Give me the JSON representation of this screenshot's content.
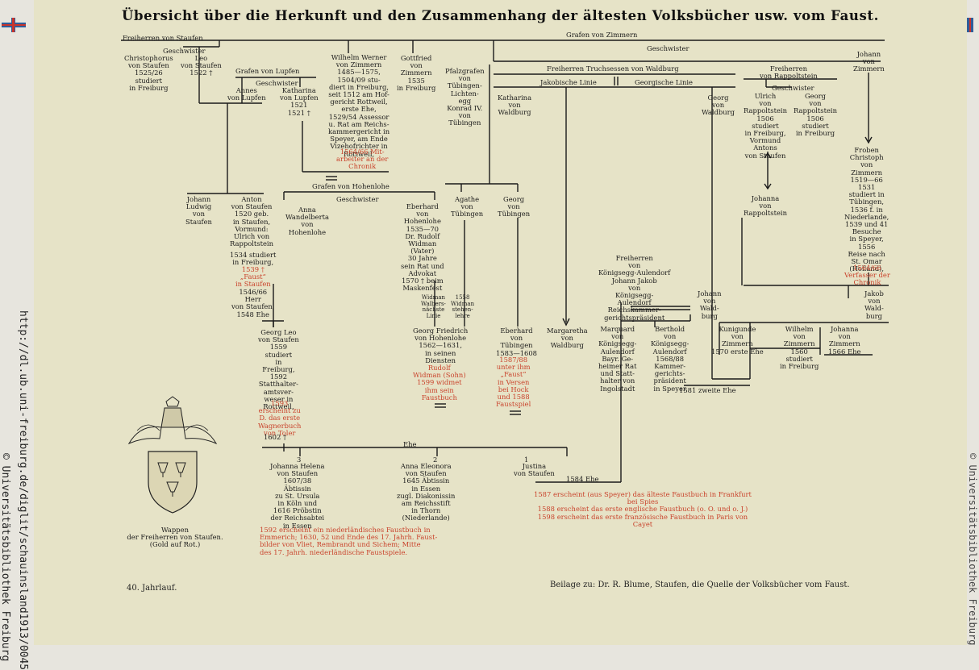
{
  "sidebar": {
    "url": "http://dl.ub.uni-freiburg.de/diglit/schauinsland1913/0045",
    "copyright_left": "© Universitätsbibliothek Freiburg",
    "copyright_right": "© Universitätsbibliothek Freiburg"
  },
  "title": "Übersicht über die Herkunft und den Zusammenhang der ältesten Volksbücher usw. vom Faust.",
  "footer": {
    "left": "40. Jahrlauf.",
    "right": "Beilage zu: Dr. R. Blume, Staufen, die Quelle der Volksbücher vom Faust."
  },
  "coat_of_arms": {
    "caption": "Wappen\nder Freiherren von Staufen.\n(Gold auf Rot.)"
  },
  "chart": {
    "freiherren_staufen": "Freiherren von Staufen",
    "grafen_zimmern": "Grafen von Zimmern",
    "geschwister_1": "Geschwister",
    "christophorus": "Christophorus\nvon Staufen\n1525/26\nstudiert\nin Freiburg",
    "leo": "Leo\nvon Staufen\n1522 †",
    "grafen_lupfen": "Grafen von Lupfen",
    "geschwister_lupfen": "Geschwister",
    "annes_lupfen": "Annes\nvon Lupfen",
    "katharina_lupfen": "Katharina\nvon Lupfen\n1521\n1521 †",
    "wilhelm_werner": "Wilhelm Werner\nvon Zimmern\n1485—1575,\n1504/09 stu-\ndiert in Freiburg,\nseit 1512 am Hof-\ngericht Rottweil,\nerste Ehe,\n1529/54 Assessor\nu. Rat am Reichs-\nkammergericht in\nSpeyer, am Ende\nVizehofrichter in\nRottweil,",
    "wilhelm_werner_red": "1564/66 Mit-\narbeiter an der\nChronik",
    "gottfried": "Gottfried\nvon\nZimmern\n1535\nin Freiburg",
    "pfalzgrafen": "Pfalzgrafen\nvon\nTübingen-\nLichten-\negg\nKonrad IV.\nvon\nTübingen",
    "geschwister_top": "Geschwister",
    "truchsessen": "Freiherren Truchsessen von Waldburg",
    "jakobische": "Jakobische Linie",
    "georgische": "Georgische Linie",
    "katharina_waldburg": "Katharina\nvon\nWaldburg",
    "georg_waldburg": "Georg\nvon\nWaldburg",
    "freiherren_rappoltstein": "Freiherren\nvon Rappoltstein",
    "geschwister_rapp": "Geschwister",
    "ulrich_rapp": "Ulrich\nvon\nRappoltstein\n1506\nstudiert\nin Freiburg,\nVormund\nAntons\nvon Staufen",
    "georg_rapp": "Georg\nvon\nRappoltstein\n1506\nstudiert\nin Freiburg",
    "johann_zimmern_top": "Johann\nvon\nZimmern",
    "grafen_hohenlohe": "Grafen von Hohenlohe",
    "geschwister_hoh": "Geschwister",
    "johann_ludwig": "Johann\nLudwig\nvon\nStaufen",
    "anton": "Anton\nvon Staufen\n1520 geb.\nin Staufen,\nVormund:\nUlrich von\nRappoltstein",
    "anton2": "1534 studiert\nin Freiburg,",
    "anton_red": "1539 †\n„Faust“\nin Staufen",
    "anton3": "1546/66\nHerr\nvon Staufen,\n1548 Ehe",
    "anna_wandelberta": "Anna\nWandelberta\nvon\nHohenlohe",
    "eberhard_hoh": "Eberhard\nvon\nHohenlohe\n1535—70\nDr. Rudolf\nWidman\n(Vater)\n30 Jahre\nsein Rat und\nAdvokat\n1570 † beim\nMaskenfest",
    "agathe": "Agathe\nvon\nTübingen",
    "georg_tub": "Georg\nvon\nTübingen",
    "widman_vert1": "Widman\nWalbers-\nnächste\nLinie",
    "widman_vert2": "1558\nWidman\nstehen-\nlehre",
    "georg_leo": "Georg Leo\nvon Staufen\n1559\nstudiert\nin\nFreiburg,\n1592\nStatthalter-\namtsver-\nweser in\nRottweil,",
    "georg_leo_red": "1593\nerscheint zu\nD. das erste\nWagnerbuch\nvon Toler",
    "georg_leo2": "1602 †",
    "georg_friedrich": "Georg Friedrich\nvon Hohenlohe\n1562—1631,\nin seinen\nDiensten",
    "georg_friedrich_red": "Rudolf\nWidman (Sohn)\n1599 widmet\nihm sein\nFaustbuch",
    "eberhard_tub": "Eberhard\nvon\nTübingen\n1583—1608",
    "eberhard_tub_red": "1587/88\nunter ihm\n„Faust“\nin Versen\nbei Hock\nund 1588\nFaustspiel",
    "margaretha": "Margaretha\nvon\nWaldburg",
    "freiherren_koenigsegg": "Freiherren\nvon\nKönigsegg-Aulendorf\nJohann Jakob\nvon\nKönigsegg-\nAulendorf\nReichskammer-\ngerichtspräsident",
    "marquard": "Marquard\nvon\nKönigsegg-\nAulendorf\nBayr. Ge-\nheimer Rat\nund Statt-\nhalter von\nIngolstadt",
    "berthold": "Berthold\nvon\nKönigsegg-\nAulendorf\n1568/88\nKammer-\ngerichts-\npräsident\nin Speyer",
    "zweite_ehe": "1581 zweite Ehe",
    "johanna_rapp": "Johanna\nvon\nRappoltstein",
    "froben": "Froben\nChristoph\nvon\nZimmern\n1519—66\n1531\nstudiert in\nTübingen,\n1536 f. in\nNiederlande,\n1539 und 41\nBesuche\nin Speyer,\n1556\nReise nach\nSt. Omar\n(Holland),",
    "froben_red": "1564/66\nVerfasser der\nChronik",
    "johann_waldburg": "Johann\nvon\nWald-\nburg",
    "jakob_waldburg": "Jakob\nvon\nWald-\nburg",
    "kunigunde": "Kunigunde\nvon\nZimmern\n1570 erste Ehe",
    "wilhelm_zimmern": "Wilhelm\nvon\nZimmern\n1560\nstudiert\nin Freiburg",
    "johanna_zimmern": "Johanna\nvon\nZimmern\n1566 Ehe",
    "ehe": "Ehe",
    "num3": "3",
    "num2": "2",
    "num1": "1",
    "johanna_helena": "Johanna Helena\nvon Staufen\n1607/38\nÄbtissin\nzu St. Ursula\nin Köln und\n1616 Pröbstin\nder Reichsabtei\nin Essen",
    "anna_eleonora": "Anna Eleonora\nvon Staufen\n1645 Äbtissin\nin Essen\nzugl. Diakonissin\nam Reichsstift\nin Thorn\n(Niederlande)",
    "justina": "Justina\nvon Staufen",
    "ehe_1584": "1584 Ehe",
    "red_1592": "1592 erscheint ein niederländisches Faustbuch in\nEmmerich; 1630, 52 und Ende des 17. Jahrh. Faust-\nbilder von Vliet, Rembrandt und Sichem; Mitte\ndes 17. Jahrh. niederländische Faustspiele.",
    "red_1587": "1587 erscheint (aus Speyer) das älteste Faustbuch in Frankfurt\nbei Spies\n1588 erscheint das erste englische Faustbuch (o. O. und o. J.)\n1598 erscheint das erste französische Faustbuch in Paris von\nCayet"
  }
}
